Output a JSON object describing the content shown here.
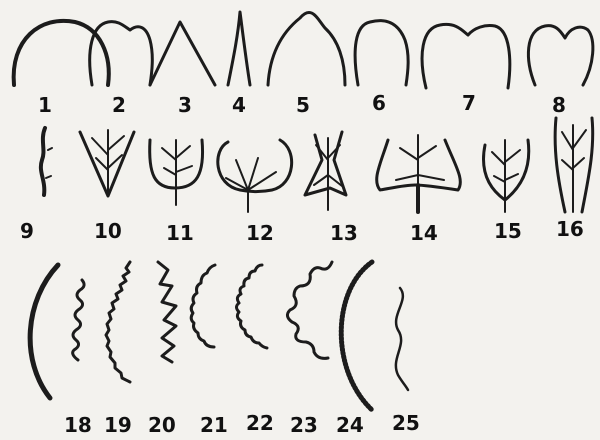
{
  "figure": {
    "tip_labels": [
      "1",
      "2",
      "3",
      "4",
      "5",
      "6",
      "7",
      "8"
    ],
    "base_labels": [
      "9",
      "10",
      "11",
      "12",
      "13",
      "14",
      "15",
      "16"
    ],
    "margin_labels": [
      "18",
      "19",
      "20",
      "21",
      "22",
      "23",
      "24",
      "25"
    ]
  }
}
